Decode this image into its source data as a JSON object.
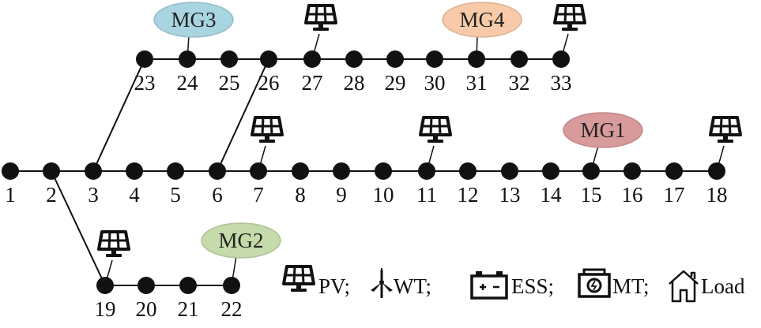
{
  "title": "33-bus distribution network with microgrids",
  "nodes": [
    "1",
    "2",
    "3",
    "4",
    "5",
    "6",
    "7",
    "8",
    "9",
    "10",
    "11",
    "12",
    "13",
    "14",
    "15",
    "16",
    "17",
    "18",
    "19",
    "20",
    "21",
    "22",
    "23",
    "24",
    "25",
    "26",
    "27",
    "28",
    "29",
    "30",
    "31",
    "32",
    "33"
  ],
  "microgrids": [
    {
      "label": "MG1",
      "bus": "15",
      "color": "#d99a9c"
    },
    {
      "label": "MG2",
      "bus": "22",
      "color": "#c6dbab"
    },
    {
      "label": "MG3",
      "bus": "24",
      "color": "#a9d5e1"
    },
    {
      "label": "MG4",
      "bus": "31",
      "color": "#f8caa9"
    }
  ],
  "pv_buses": [
    "7",
    "11",
    "18",
    "19",
    "27",
    "33"
  ],
  "legend": {
    "pv": "PV;",
    "wt": "WT;",
    "ess": "ESS;",
    "mt": "MT;",
    "load": "Load"
  }
}
